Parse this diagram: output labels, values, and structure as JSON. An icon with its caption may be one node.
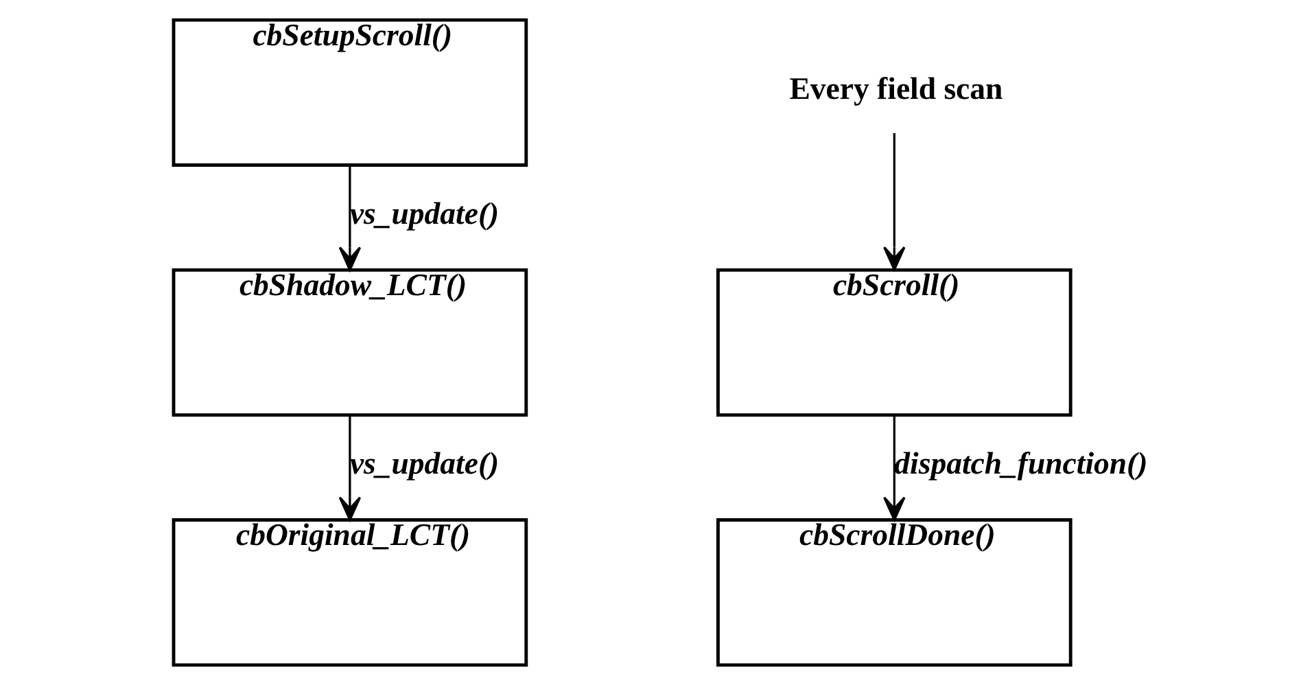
{
  "diagram": {
    "nodes": [
      {
        "text": [
          "cbSetupScroll()"
        ]
      },
      {
        "text": [
          "cbShadow_LCT()"
        ]
      },
      {
        "text": [
          "cbOriginal_LCT()"
        ]
      },
      {
        "text": [
          "Every field scan"
        ]
      },
      {
        "text": [
          "cbScroll()"
        ]
      },
      {
        "text": [
          "cbScrollDone()"
        ]
      }
    ],
    "edges": [
      {
        "from": 0,
        "to": 1,
        "arrow": "to",
        "label": "vs_update()"
      },
      {
        "from": 1,
        "to": 2,
        "arrow": "to",
        "label": "vs_update()"
      },
      {
        "from": 3,
        "to": 4,
        "arrow": "to"
      },
      {
        "from": 4,
        "to": 5,
        "arrow": "to",
        "label": "dispatch_function()"
      }
    ]
  }
}
